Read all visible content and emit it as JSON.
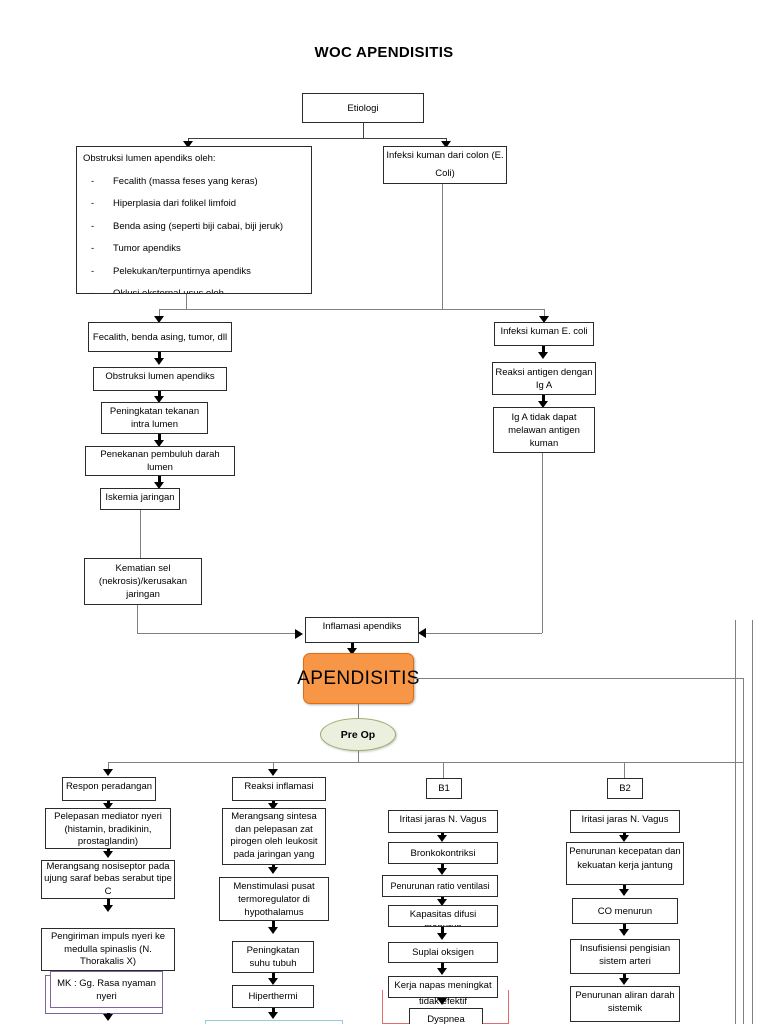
{
  "page": {
    "title": "WOC APENDISITIS"
  },
  "nodes": {
    "etiologi": "Etiologi",
    "obstruksi_header": "Obstruksi lumen apendiks oleh:",
    "obstruksi_items": [
      "Fecalith (massa feses yang keras)",
      "Hiperplasia dari folikel limfoid",
      "Benda asing (seperti biji cabai, biji jeruk)",
      "Tumor apendiks",
      "Pelekukan/terpuntirnya apendiks",
      "Oklusi eksternal usus oleh"
    ],
    "item_dash": "-",
    "infeksi_kuman_colon": "Infeksi kuman dari colon (E. Coli)",
    "fecalith_benda": "Fecalith, benda asing, tumor, dll",
    "obstruksi_lumen": "Obstruksi lumen apendiks",
    "peningkatan_tekanan": "Peningkatan tekanan intra lumen",
    "penekanan_pembuluh": "Penekanan pembuluh darah lumen",
    "iskemia": "Iskemia jaringan",
    "infeksi_kuman_ecoli": "Infeksi kuman E. coli",
    "reaksi_antigen": "Reaksi antigen dengan Ig A",
    "iga_tidak_dapat": "Ig A tidak dapat melawan antigen kuman",
    "kematian_sel": "Kematian sel (nekrosis)/kerusakan jaringan",
    "inflamasi_apendiks": "Inflamasi apendiks",
    "apendisitis": "APENDISITIS",
    "pre_op": "Pre Op"
  },
  "columns": [
    {
      "id": "respon-peradangan",
      "nodes": [
        "Respon peradangan",
        "Pelepasan mediator nyeri (histamin, bradikinin, prostaglandin)",
        "Merangsang nosiseptor pada ujung saraf bebas serabut tipe C",
        "Pengiriman impuls nyeri ke medulla spinaslis (N. Thorakalis X)",
        "MK : Gg. Rasa nyaman nyeri"
      ]
    },
    {
      "id": "reaksi-inflamasi",
      "nodes": [
        "Reaksi inflamasi",
        "Merangsang sintesa dan pelepasan zat pirogen oleh leukosit pada jaringan yang",
        "Menstimulasi pusat termoregulator di hypothalamus",
        "Peningkatan suhu tubuh",
        "Hiperthermi"
      ]
    },
    {
      "id": "b1",
      "nodes": [
        "B1",
        "Iritasi jaras N. Vagus",
        "Bronkokontriksi",
        "Penurunan ratio ventilasi",
        "Kapasitas difusi menurun",
        "Suplai oksigen",
        "Kerja napas meningkat",
        "tidak efektif",
        "Dyspnea"
      ]
    },
    {
      "id": "b2",
      "nodes": [
        "B2",
        "Iritasi jaras N. Vagus",
        "Penurunan kecepatan dan kekuatan kerja jantung",
        "CO menurun",
        "Insufisiensi pengisian sistem arteri",
        "Penurunan aliran darah sistemik"
      ]
    }
  ],
  "colors": {
    "apendisitis_fill": "#F79646",
    "apendisitis_border": "#E36C0A",
    "preop_fill": "#EBF0DE",
    "preop_border": "#9BAE6A",
    "mk_border": "#8064A2",
    "blue_border": "#92CDDC",
    "red_border": "#E06C6C",
    "connector": "#808080",
    "box_border": "#2b2b2b"
  }
}
